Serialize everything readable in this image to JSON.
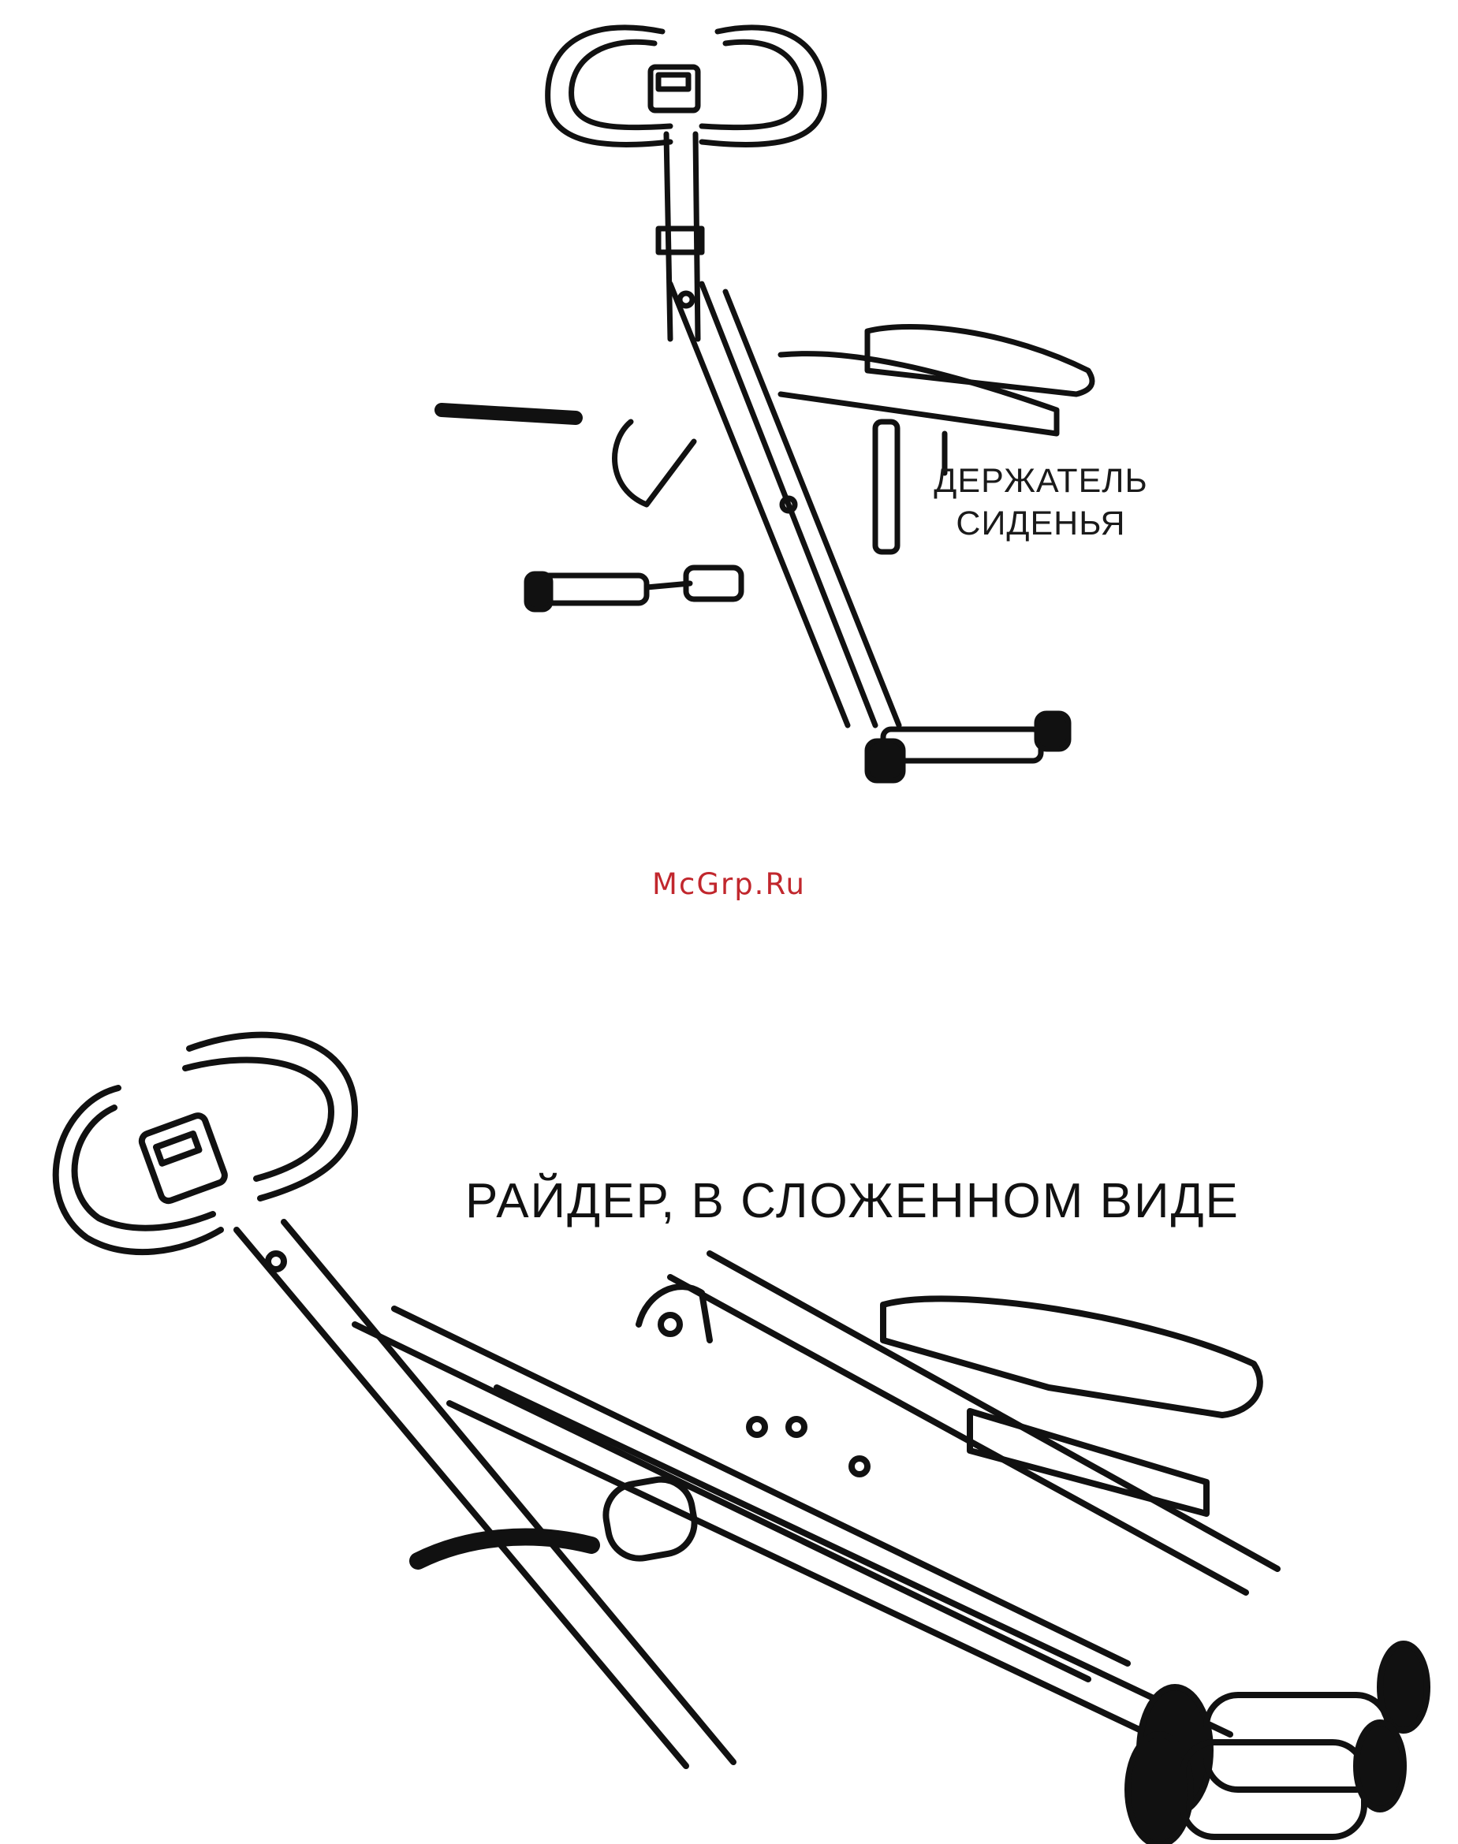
{
  "figure_top": {
    "label_line1": "ДЕРЖАТЕЛЬ",
    "label_line2": "СИДЕНЬЯ"
  },
  "watermark": "McGrp.Ru",
  "figure_bottom": {
    "caption": "РАЙДЕР, В СЛОЖЕННОМ ВИДЕ"
  },
  "colors": {
    "ink": "#111111",
    "watermark": "#c1272d",
    "background": "#ffffff"
  }
}
